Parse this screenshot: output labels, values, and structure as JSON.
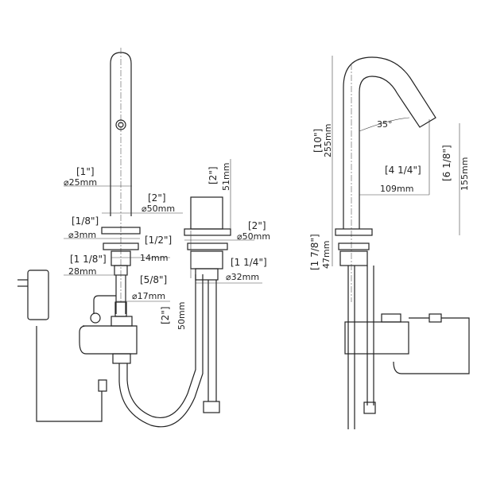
{
  "front_view": {
    "spout_diameter": {
      "inch": "[1\"]",
      "mm": "⌀25mm"
    },
    "base_diameter": {
      "inch": "[2\"]",
      "mm": "⌀50mm"
    },
    "hole_diameter": {
      "inch": "[1/8\"]",
      "mm": "⌀3mm"
    },
    "thread_size": {
      "inch": "[1/2\"]",
      "mm": "14mm"
    },
    "nut_size": {
      "inch": "[1 1/8\"]",
      "mm": "28mm"
    },
    "hose_diameter": {
      "inch": "[5/8\"]",
      "mm": "⌀17mm"
    }
  },
  "button_view": {
    "height": {
      "inch": "[2\"]",
      "mm": "51mm"
    },
    "base_diameter": {
      "inch": "[2\"]",
      "mm": "⌀50mm"
    },
    "thread_diameter": {
      "inch": "[1 1/4\"]",
      "mm": "⌀32mm"
    },
    "shank_length": {
      "inch": "[2\"]",
      "mm": "50mm"
    }
  },
  "side_view": {
    "total_height": {
      "inch": "[10\"]",
      "mm": "255mm"
    },
    "angle": "35°",
    "reach": {
      "inch": "[4 1/4\"]",
      "mm": "109mm"
    },
    "outlet_height": {
      "inch": "[6 1/8\"]",
      "mm": "155mm"
    },
    "shank_height": {
      "inch": "[1 7/8\"]",
      "mm": "47mm"
    }
  }
}
